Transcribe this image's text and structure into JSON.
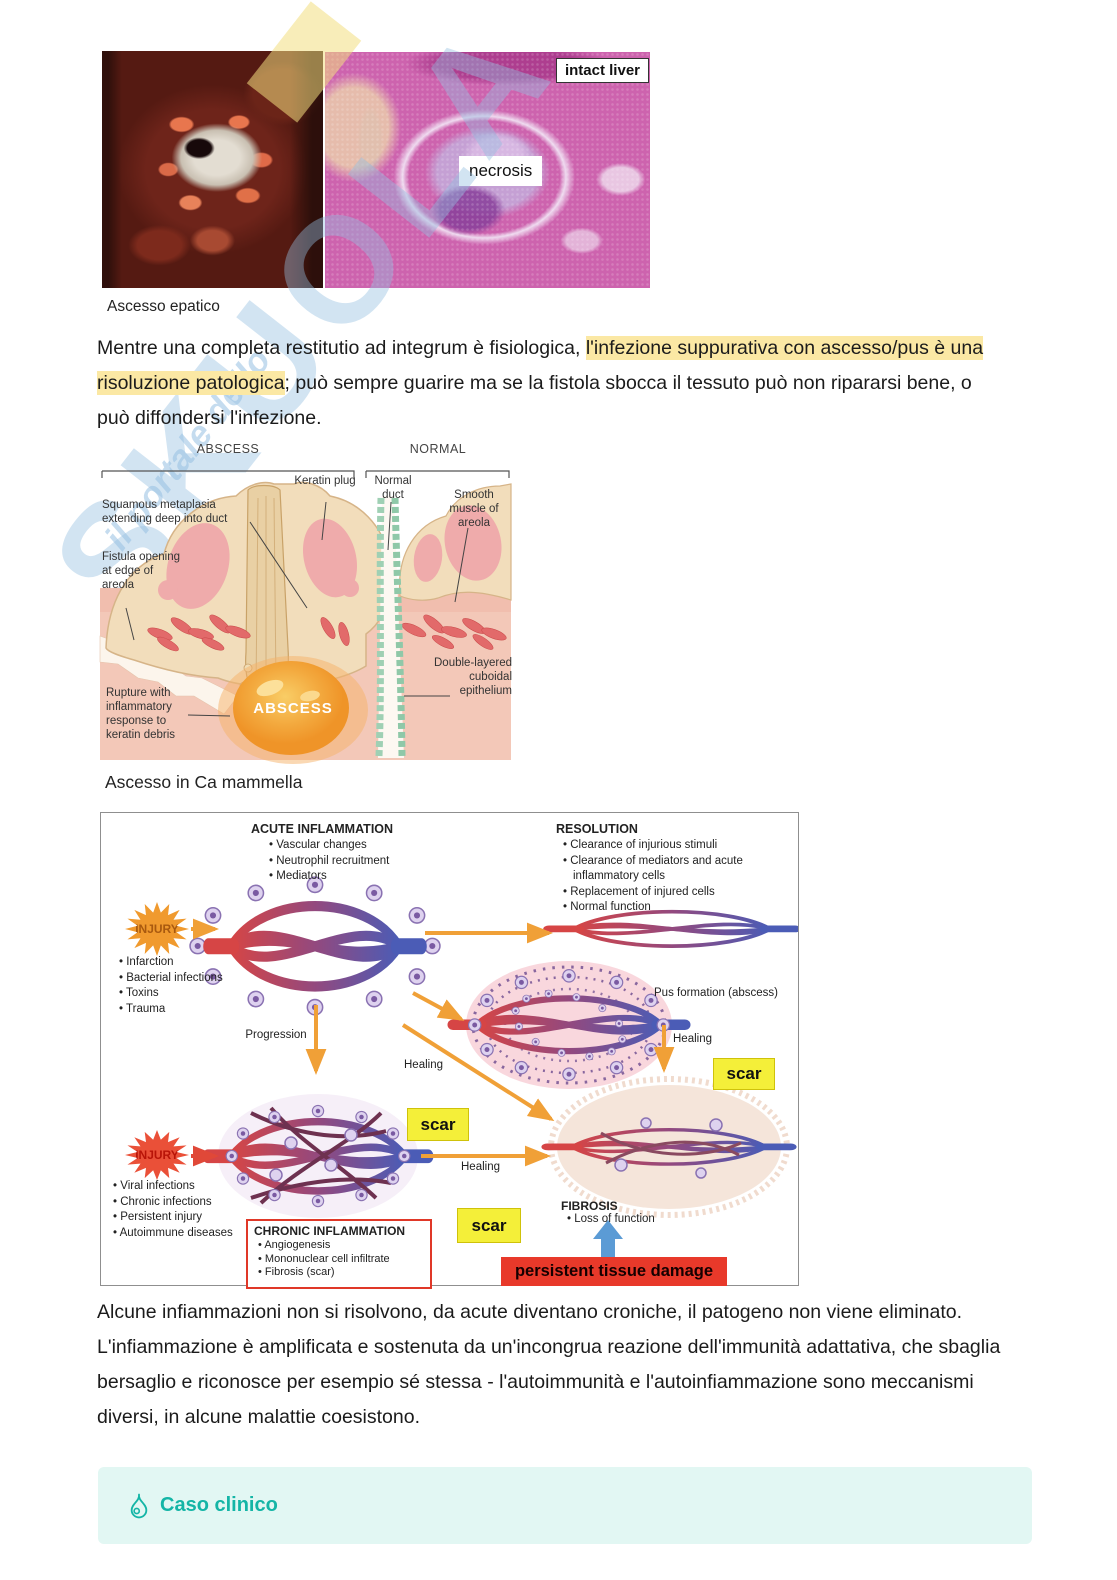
{
  "watermark": {
    "brand": "SKUOLA",
    "tagline": "il portale dello"
  },
  "figure_liver": {
    "caption": "Ascesso epatico",
    "intact_liver_label": "intact liver",
    "necrosis_label": "necrosis"
  },
  "paragraph1": {
    "pre": "Mentre una completa restitutio ad integrum è fisiologica, ",
    "highlight": "l'infezione suppurativa con ascesso/pus è una risoluzione patologica",
    "post": "; può sempre guarire ma se la fistola sbocca il tessuto può non ripararsi bene, o può diffondersi l'infezione.",
    "highlight_color": "#fbe8a4"
  },
  "breast_diagram": {
    "caption": "Ascesso in Ca mammella",
    "header_left": "ABSCESS",
    "header_right": "NORMAL",
    "labels": {
      "squamous": "Squamous metaplasia extending deep into duct",
      "fistula": "Fistula opening at edge of areola",
      "keratin": "Keratin plug",
      "normal_duct": "Normal duct",
      "smooth_muscle": "Smooth muscle of areola",
      "rupture": "Rupture with inflammatory response to keratin debris",
      "abscess": "ABSCESS",
      "double_layered": "Double-layered cuboidal epithelium"
    }
  },
  "inflammation_diagram": {
    "acute": {
      "title": "ACUTE INFLAMMATION",
      "bullets": [
        "Vascular changes",
        "Neutrophil recruitment",
        "Mediators"
      ]
    },
    "resolution": {
      "title": "RESOLUTION",
      "bullets": [
        "Clearance of injurious stimuli",
        "Clearance of mediators and acute inflammatory cells",
        "Replacement of injured cells",
        "Normal function"
      ]
    },
    "chronic": {
      "title": "CHRONIC INFLAMMATION",
      "bullets": [
        "Angiogenesis",
        "Mononuclear cell infiltrate",
        "Fibrosis (scar)"
      ]
    },
    "fibrosis": {
      "title": "FIBROSIS",
      "bullets": [
        "Loss of function"
      ]
    },
    "injury_label": "INJURY",
    "acute_causes": [
      "Infarction",
      "Bacterial infections",
      "Toxins",
      "Trauma"
    ],
    "chronic_causes": [
      "Viral infections",
      "Chronic infections",
      "Persistent injury",
      "Autoimmune diseases"
    ],
    "pus_label": "Pus formation (abscess)",
    "progression_label": "Progression",
    "healing_label": "Healing",
    "scar_label": "scar",
    "persistent_label": "persistent tissue damage",
    "colors": {
      "arrow": "#f0a037",
      "scar_bg": "#f4ef39",
      "persistent_bg": "#e8392a",
      "injury_acute": "#f09a2e",
      "injury_chronic": "#ea5038",
      "blue_arrow": "#5b9bd5"
    }
  },
  "paragraph2": {
    "text": "Alcune infiammazioni non si risolvono, da acute diventano croniche, il patogeno non viene eliminato. L'infiammazione è amplificata e sostenuta da un'incongrua reazione dell'immunità adattativa, che sbaglia bersaglio e riconosce per esempio sé stessa - l'autoimmunità e l'autoinfiammazione sono meccanismi diversi, in alcune malattie coesistono."
  },
  "caso_clinico": {
    "title": "Caso clinico",
    "accent": "#14b5a6",
    "background": "#e2f7f3"
  }
}
